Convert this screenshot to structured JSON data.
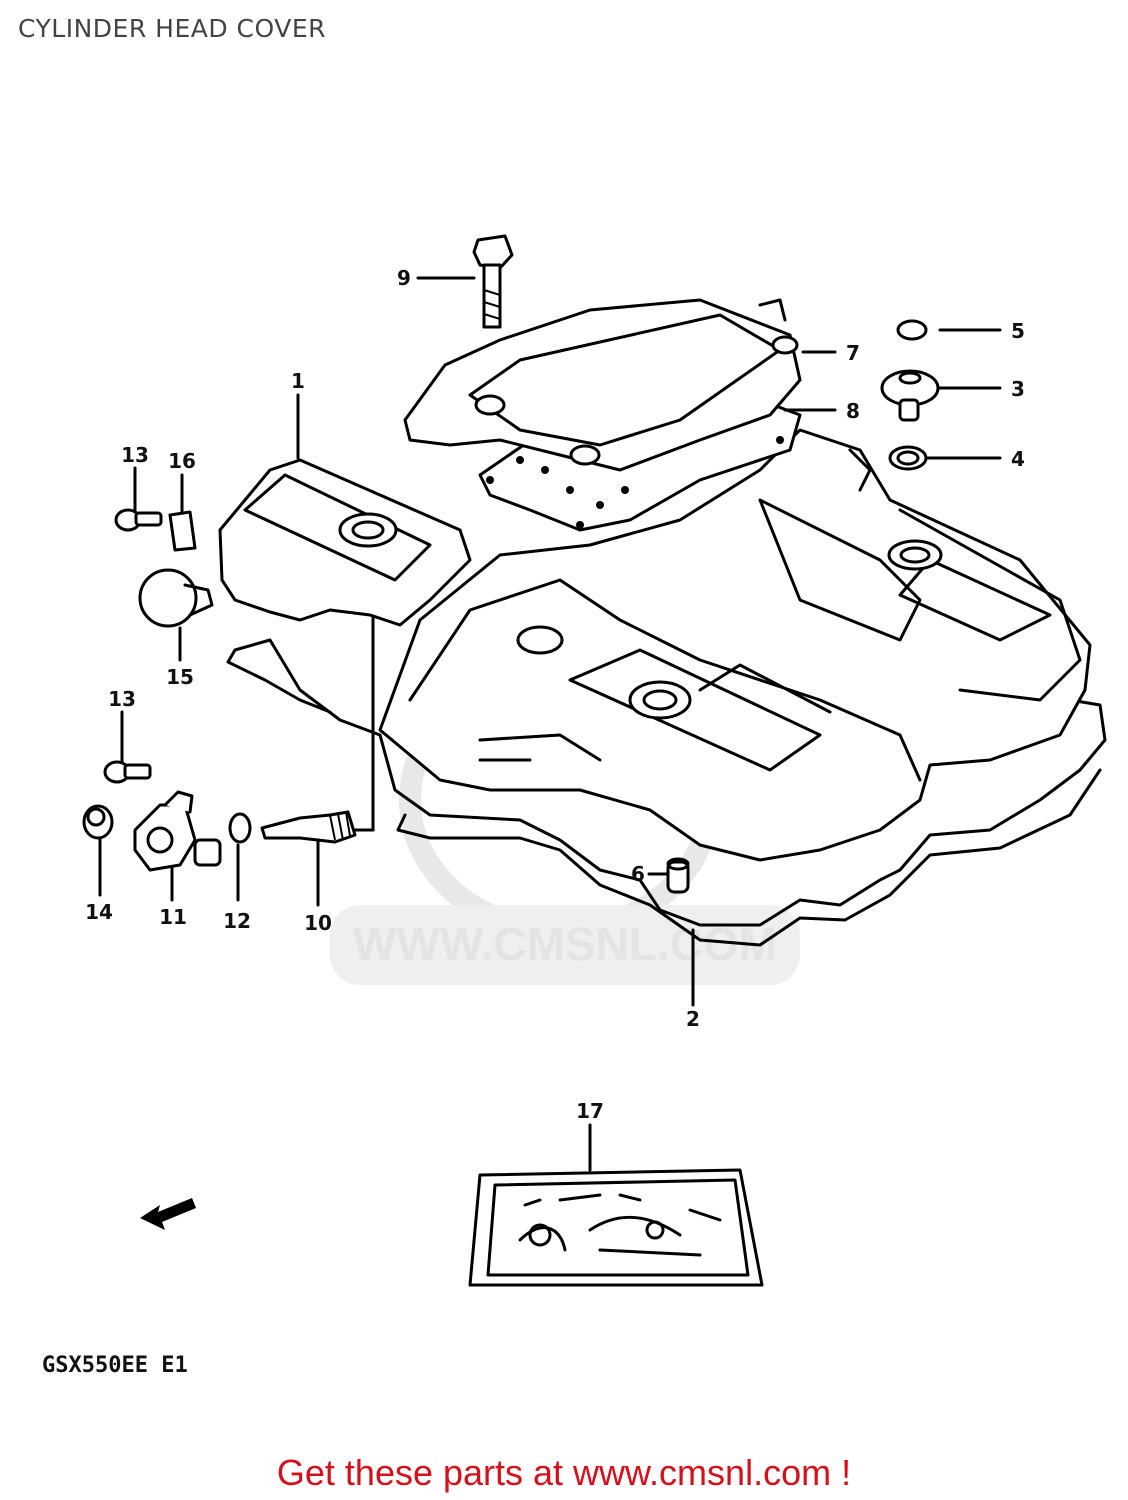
{
  "page": {
    "title": "CYLINDER HEAD COVER"
  },
  "diagram": {
    "model_code": "GSX550EE E1",
    "watermark": "WWW.CMSNL.COM",
    "callouts": [
      {
        "id": "1",
        "label": "1"
      },
      {
        "id": "2",
        "label": "2"
      },
      {
        "id": "3",
        "label": "3"
      },
      {
        "id": "4",
        "label": "4"
      },
      {
        "id": "5",
        "label": "5"
      },
      {
        "id": "6",
        "label": "6"
      },
      {
        "id": "7",
        "label": "7"
      },
      {
        "id": "8",
        "label": "8"
      },
      {
        "id": "9",
        "label": "9"
      },
      {
        "id": "10",
        "label": "10"
      },
      {
        "id": "11",
        "label": "11"
      },
      {
        "id": "12",
        "label": "12"
      },
      {
        "id": "13a",
        "label": "13"
      },
      {
        "id": "13b",
        "label": "13"
      },
      {
        "id": "14",
        "label": "14"
      },
      {
        "id": "15",
        "label": "15"
      },
      {
        "id": "16",
        "label": "16"
      },
      {
        "id": "17",
        "label": "17"
      }
    ]
  },
  "footer": {
    "cta_text": "Get these parts at www.cmsnl.com !"
  }
}
